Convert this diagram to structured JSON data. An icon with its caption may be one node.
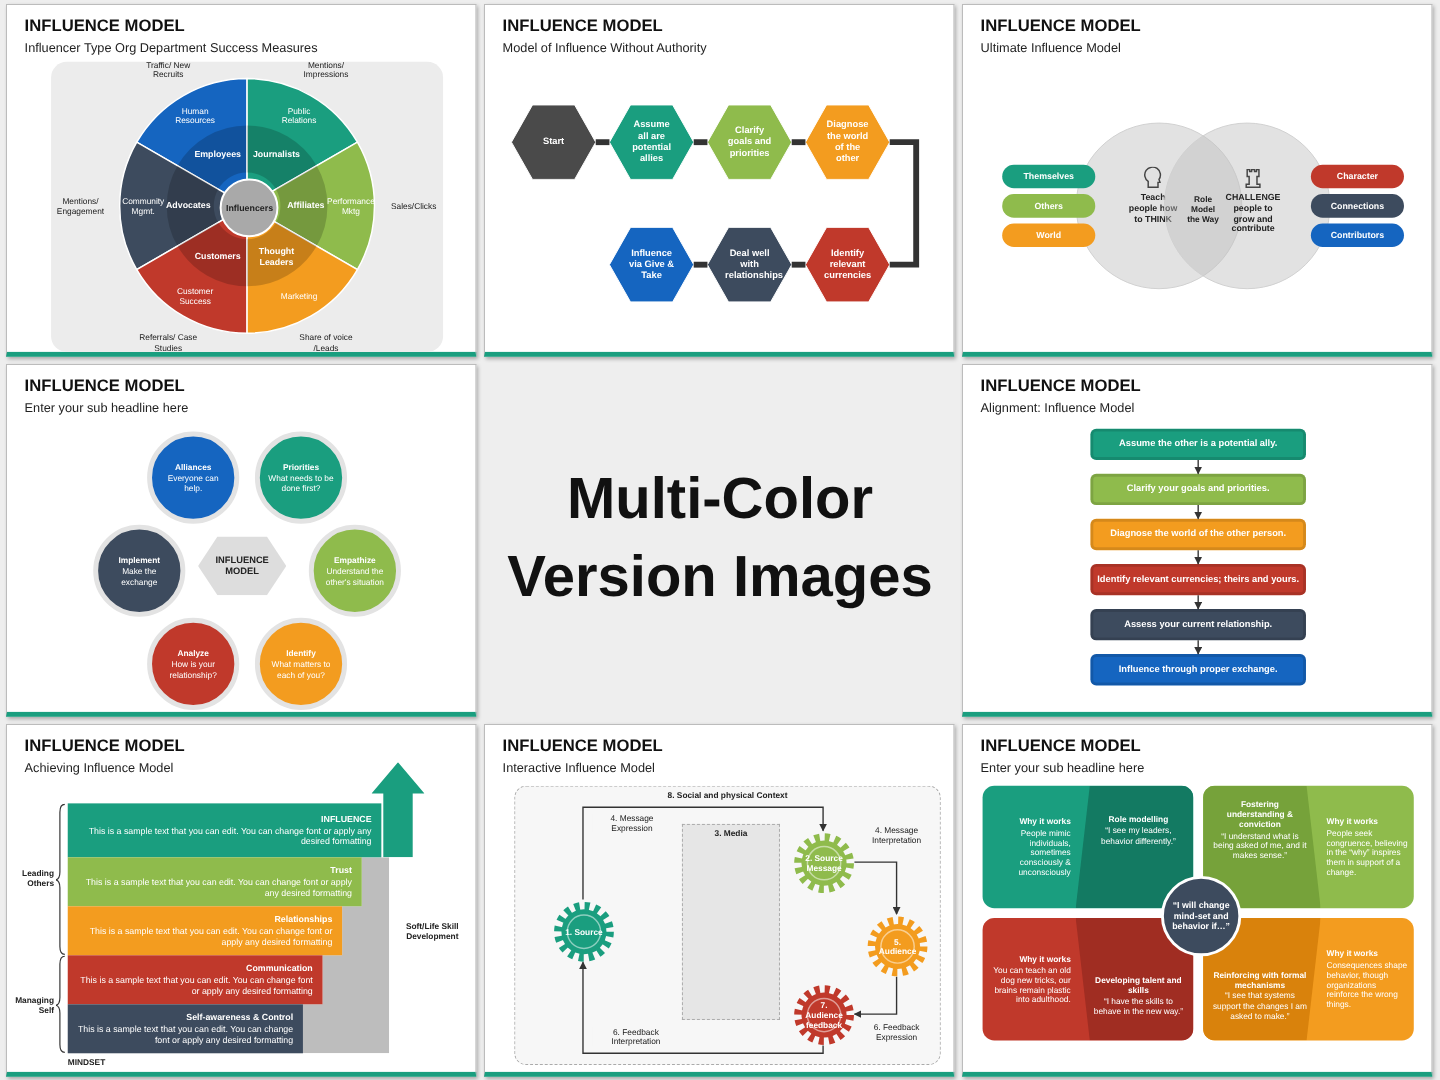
{
  "diagram": {
    "title": "Multi-Color Version Images",
    "nodes": [
      {
        "text": [
          "INFLUENCE MODEL",
          "Influencer Type Org Department Success Measures"
        ]
      },
      {
        "text": [
          "Human Resources",
          "Employees"
        ],
        "in": 0,
        "beside": [
          "Traffic/ New Recruits"
        ]
      },
      {
        "text": [
          "Public Relations",
          "Journalists"
        ],
        "in": 0,
        "beside": [
          "Mentions/ Impressions"
        ]
      },
      {
        "text": [
          "Community Mgmt.",
          "Advocates"
        ],
        "in": 0,
        "beside": [
          "Mentions/ Engagement"
        ]
      },
      {
        "text": [
          "Affiliates",
          "Performance Mktg"
        ],
        "in": 0,
        "beside": [
          "Sales/Clicks"
        ]
      },
      {
        "text": [
          "Customers",
          "Customer Success"
        ],
        "in": 0,
        "beside": [
          "Referrals/ Case Studies"
        ]
      },
      {
        "text": [
          "Thought Leaders",
          "Marketing"
        ],
        "in": 0,
        "beside": [
          "Share of voice /Leads"
        ]
      },
      {
        "text": [
          "Influencers"
        ],
        "in": 0
      },
      {
        "text": [
          "INFLUENCE MODEL",
          "Model of Influence Without Authority"
        ]
      },
      {
        "text": [
          "Start"
        ],
        "in": 8
      },
      {
        "text": [
          "Assume all are potential allies"
        ],
        "in": 8
      },
      {
        "text": [
          "Clarify goals and priorities"
        ],
        "in": 8
      },
      {
        "text": [
          "Diagnose the world of the other"
        ],
        "in": 8
      },
      {
        "text": [
          "Influence via Give & Take"
        ],
        "in": 8
      },
      {
        "text": [
          "Deal well with relationships"
        ],
        "in": 8
      },
      {
        "text": [
          "Identify relevant currencies"
        ],
        "in": 8
      },
      {
        "text": [
          "INFLUENCE MODEL",
          "Ultimate Influence Model"
        ]
      },
      {
        "text": [
          "Themselves"
        ],
        "in": 16
      },
      {
        "text": [
          "Others"
        ],
        "in": 16
      },
      {
        "text": [
          "World"
        ],
        "in": 16
      },
      {
        "text": [
          "Teach people how to THINK"
        ],
        "in": 16
      },
      {
        "text": [
          "CHALLENGE people to grow and contribute"
        ],
        "in": 16
      },
      {
        "text": [
          "Character"
        ],
        "in": 16
      },
      {
        "text": [
          "Connections"
        ],
        "in": 16
      },
      {
        "text": [
          "Contributors"
        ],
        "in": 16
      },
      {
        "text": [
          "INFLUENCE MODEL",
          "Enter your sub headline here"
        ]
      },
      {
        "text": [
          "Alliances",
          "Everyone can help."
        ],
        "in": 25
      },
      {
        "text": [
          "Priorities",
          "What needs to be done first?"
        ],
        "in": 25
      },
      {
        "text": [
          "Implement",
          "Make the exchange"
        ],
        "in": 25
      },
      {
        "text": [
          "INFLUENCE MODEL"
        ],
        "in": 25
      },
      {
        "text": [
          "Empathize",
          "Understand the other's situation"
        ],
        "in": 25
      },
      {
        "text": [
          "Analyze",
          "How is your relationship?"
        ],
        "in": 25
      },
      {
        "text": [
          "Identify",
          "What matters to each of you?"
        ],
        "in": 25
      },
      {
        "text": [
          "INFLUENCE MODEL",
          "Alignment: Influence Model"
        ]
      },
      {
        "text": [
          "Assume the other is a potential ally."
        ],
        "in": 33
      },
      {
        "text": [
          "Clarify your goals and priorities."
        ],
        "in": 33
      },
      {
        "text": [
          "Diagnose the world of the other person."
        ],
        "in": 33
      },
      {
        "text": [
          "Identify relevant currencies; theirs and yours."
        ],
        "in": 33
      },
      {
        "text": [
          "Assess your current relationship."
        ],
        "in": 33
      },
      {
        "text": [
          "Influence through proper exchange."
        ],
        "in": 33
      },
      {
        "text": [
          "INFLUENCE MODEL",
          "Achieving Influence Model"
        ]
      },
      {
        "text": [
          "INFLUENCE",
          "This is a sample text that you can edit. You can change font or apply any desired formatting"
        ],
        "in": 40
      },
      {
        "text": [
          "Trust",
          "This is a sample text that you can edit. You can change font or apply any desired formatting"
        ],
        "in": 40
      },
      {
        "text": [
          "Relationships",
          "This is a sample text that you can edit. You can change font or apply any desired formatting"
        ],
        "in": 40
      },
      {
        "text": [
          "Communication",
          "This is a sample text that you can edit. You can change font or apply any desired formatting"
        ],
        "in": 40
      },
      {
        "text": [
          "Self-awareness & Control",
          "This is a sample text that you can edit. You can change font or apply any desired formatting"
        ],
        "in": 40
      },
      {
        "text": [
          "INFLUENCE MODEL",
          "Interactive Influence Model"
        ]
      },
      {
        "text": [
          "8. Social and physical Context"
        ],
        "in": 46
      },
      {
        "text": [
          "3. Media"
        ],
        "in": 47
      },
      {
        "text": [
          "1. Source"
        ],
        "in": 47
      },
      {
        "text": [
          "2. Source Message"
        ],
        "in": 47
      },
      {
        "text": [
          "5. Audience"
        ],
        "in": 47
      },
      {
        "text": [
          "7. Audience feedback"
        ],
        "in": 47
      },
      {
        "text": [
          "INFLUENCE MODEL",
          "Enter your sub headline here"
        ]
      },
      {
        "text": [
          "Why it works",
          "People mimic individuals, sometimes consciously & unconsciously"
        ],
        "in": 53
      },
      {
        "text": [
          "Role modelling",
          "“I see my leaders, behavior differently.”"
        ],
        "in": 54
      },
      {
        "text": [
          "Why it works",
          "People seek congruence, believing in the “why” inspires them in support of a change."
        ],
        "in": 53
      },
      {
        "text": [
          "Fostering understanding & conviction",
          "“I understand what is being asked of me, and it makes sense.”"
        ],
        "in": 56
      },
      {
        "text": [
          "“I will change mind-set and behavior if…”"
        ],
        "in": 53
      },
      {
        "text": [
          "Why it works",
          "You can teach an old dog new tricks, our brains remain plastic into adulthood."
        ],
        "in": 53
      },
      {
        "text": [
          "Developing talent and skills",
          "“I have the skills to behave in the new way.”"
        ],
        "in": 59
      },
      {
        "text": [
          "Why it works",
          "Consequences shape behavior, though organizations reinforce the wrong things."
        ],
        "in": 53
      },
      {
        "text": [
          "Reinforcing with formal mechanisms",
          "“I see that systems support the changes I am asked to make.”"
        ],
        "in": 61
      }
    ],
    "edges": [
      {
        "from": 9,
        "to": 10,
        "arrow": "none",
        "style": "thick"
      },
      {
        "from": 10,
        "to": 11,
        "arrow": "none",
        "style": "thick"
      },
      {
        "from": 11,
        "to": 12,
        "arrow": "none",
        "style": "thick"
      },
      {
        "from": 12,
        "to": 15,
        "arrow": "none",
        "style": "thick"
      },
      {
        "from": 15,
        "to": 14,
        "arrow": "none",
        "style": "thick"
      },
      {
        "from": 14,
        "to": 13,
        "arrow": "none",
        "style": "thick"
      },
      {
        "from": 34,
        "to": 35,
        "arrow": "to"
      },
      {
        "from": 35,
        "to": 36,
        "arrow": "to"
      },
      {
        "from": 36,
        "to": 37,
        "arrow": "to"
      },
      {
        "from": 37,
        "to": 38,
        "arrow": "to"
      },
      {
        "from": 38,
        "to": 39,
        "arrow": "to"
      },
      {
        "from": 49,
        "to": 50,
        "arrow": "to",
        "label": "4. Message Expression"
      },
      {
        "from": 50,
        "to": 51,
        "arrow": "to",
        "label": "4. Message Interpretation"
      },
      {
        "from": 51,
        "to": 52,
        "arrow": "to",
        "label": "6. Feedback Expression"
      },
      {
        "from": 52,
        "to": 49,
        "arrow": "to",
        "label": "6. Feedback Interpretation"
      }
    ],
    "labels": [
      "Role Model the Way",
      "Leading Others",
      "Managing Self",
      "Soft/Life Skill Development",
      "MINDSET"
    ]
  }
}
